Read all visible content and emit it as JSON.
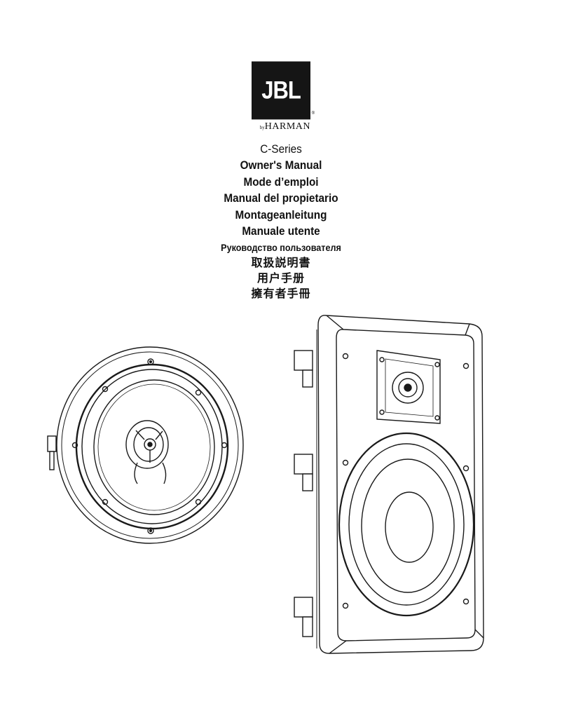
{
  "logo": {
    "brand": "JBL",
    "by": "by",
    "maker": "HARMAN",
    "registered": "®"
  },
  "titles": {
    "series": "C-Series",
    "lines": [
      "Owner's Manual",
      "Mode d’emploi",
      "Manual del propietario",
      "Montageanleitung",
      "Manuale utente",
      "Руководство пользователя",
      "取扱説明書",
      "用户手册",
      "擁有者手冊"
    ]
  },
  "illustration": {
    "items": [
      "ceiling-speaker",
      "in-wall-speaker"
    ],
    "line_color": "#1a1a1a"
  }
}
